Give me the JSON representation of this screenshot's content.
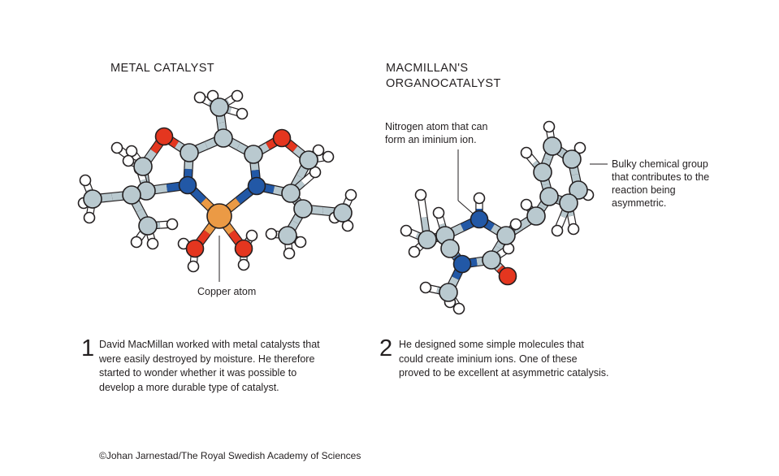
{
  "left_title": "METAL CATALYST",
  "right_title": "MACMILLAN'S\nORGANOCATALYST",
  "copper_label": "Copper atom",
  "nitrogen_label": "Nitrogen atom that can\nform an iminium ion.",
  "bulky_label": "Bulky chemical group\nthat contributes to the\nreaction being\nasymmetric.",
  "step1": {
    "number": "1",
    "text": "David MacMillan worked with metal catalysts that\nwere easily destroyed by moisture. He therefore\nstarted to wonder whether it was possible to\ndevelop a more durable type of catalyst."
  },
  "step2": {
    "number": "2",
    "text": "He designed some simple molecules that\ncould create iminium ions. One of these\nproved to be excellent at asymmetric catalysis."
  },
  "credit": "©Johan Jarnestad/The Royal Swedish Academy of Sciences",
  "colors": {
    "carbon": "#b9c9cf",
    "hydrogen": "#ffffff",
    "nitrogen": "#2258a6",
    "oxygen": "#e4361f",
    "copper": "#eb9a45",
    "outline": "#231f20"
  }
}
